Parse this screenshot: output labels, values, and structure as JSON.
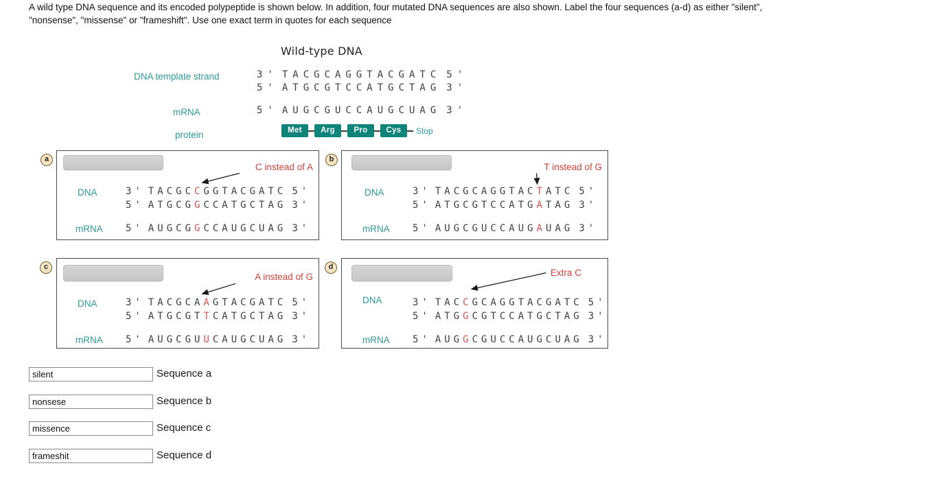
{
  "question": {
    "line1": "A wild type DNA sequence and its encoded polypeptide is shown below. In addition, four mutated DNA sequences are also shown. Label the four sequences (a-d) as either \"silent\",",
    "line2": "\"nonsense\", \"missense\" or \"frameshift\". Use one exact term in quotes for each sequence"
  },
  "wild_type": {
    "title": "Wild-type DNA",
    "template_label": "DNA template strand",
    "mrna_label": "mRNA",
    "protein_label": "protein",
    "template_strand": {
      "p5": "3'",
      "seq": "TACGCAGGTACGATC",
      "p3": "5'"
    },
    "coding_strand": {
      "p5": "5'",
      "seq": "ATGCGTCCATGCTAG",
      "p3": "3'"
    },
    "mrna": {
      "p5": "5'",
      "seq": "AUGCGUCCAUGCUAG",
      "p3": "3'"
    },
    "protein": [
      "Met",
      "Arg",
      "Pro",
      "Cys"
    ],
    "stop_label": "Stop"
  },
  "mutants": [
    {
      "id": "a",
      "annotation": "C instead of A",
      "dna_label": "DNA",
      "mrna_label": "mRNA",
      "dna_top": {
        "p5": "3'",
        "pre": "TACGC",
        "red": "C",
        "post": "GGTACGATC",
        "p3": "5'"
      },
      "dna_bottom": {
        "p5": "5'",
        "pre": "ATGCG",
        "red": "G",
        "post": "CCATGCTAG",
        "p3": "3'"
      },
      "mrna": {
        "p5": "5'",
        "pre": "AUGCG",
        "red": "G",
        "post": "CCAUGCUAG",
        "p3": "3'"
      }
    },
    {
      "id": "b",
      "annotation": "T instead of G",
      "dna_label": "DNA",
      "mrna_label": "mRNA",
      "dna_top": {
        "p5": "3'",
        "pre": "TACGCAGGTAC",
        "red": "T",
        "post": "ATC",
        "p3": "5'"
      },
      "dna_bottom": {
        "p5": "5'",
        "pre": "ATGCGTCCATG",
        "red": "A",
        "post": "TAG",
        "p3": "3'"
      },
      "mrna": {
        "p5": "5'",
        "pre": "AUGCGUCCAUG",
        "red": "A",
        "post": "UAG",
        "p3": "3'"
      }
    },
    {
      "id": "c",
      "annotation": "A instead of G",
      "dna_label": "DNA",
      "mrna_label": "mRNA",
      "dna_top": {
        "p5": "3'",
        "pre": "TACGCA",
        "red": "A",
        "post": "GTACGATC",
        "p3": "5'"
      },
      "dna_bottom": {
        "p5": "5'",
        "pre": "ATGCGT",
        "red": "T",
        "post": "CATGCTAG",
        "p3": "3'"
      },
      "mrna": {
        "p5": "5'",
        "pre": "AUGCGU",
        "red": "U",
        "post": "CAUGCUAG",
        "p3": "3'"
      }
    },
    {
      "id": "d",
      "annotation": "Extra C",
      "dna_label": "DNA",
      "mrna_label": "mRNA",
      "dna_top": {
        "p5": "3'",
        "pre": "TAC",
        "red": "C",
        "post": "GCAGGTACGATC",
        "p3": "5'"
      },
      "dna_bottom": {
        "p5": "5'",
        "pre": "ATG",
        "red": "G",
        "post": "CGTCCATGCTAG",
        "p3": "3'"
      },
      "mrna": {
        "p5": "5'",
        "pre": "AUG",
        "red": "G",
        "post": "CGUCCAUGCUAG",
        "p3": "3'"
      }
    }
  ],
  "answers": [
    {
      "value": "silent",
      "label": "Sequence a"
    },
    {
      "value": "nonsese",
      "label": "Sequence b"
    },
    {
      "value": "missence",
      "label": "Sequence c"
    },
    {
      "value": "frameshit",
      "label": "Sequence d"
    }
  ],
  "colors": {
    "accent_teal": "#2e9a94",
    "protein_box_teal": "#0f8478",
    "mutation_red": "#d9534f",
    "badge_fill": "#f4e4c2",
    "badge_border": "#6e5e30"
  }
}
